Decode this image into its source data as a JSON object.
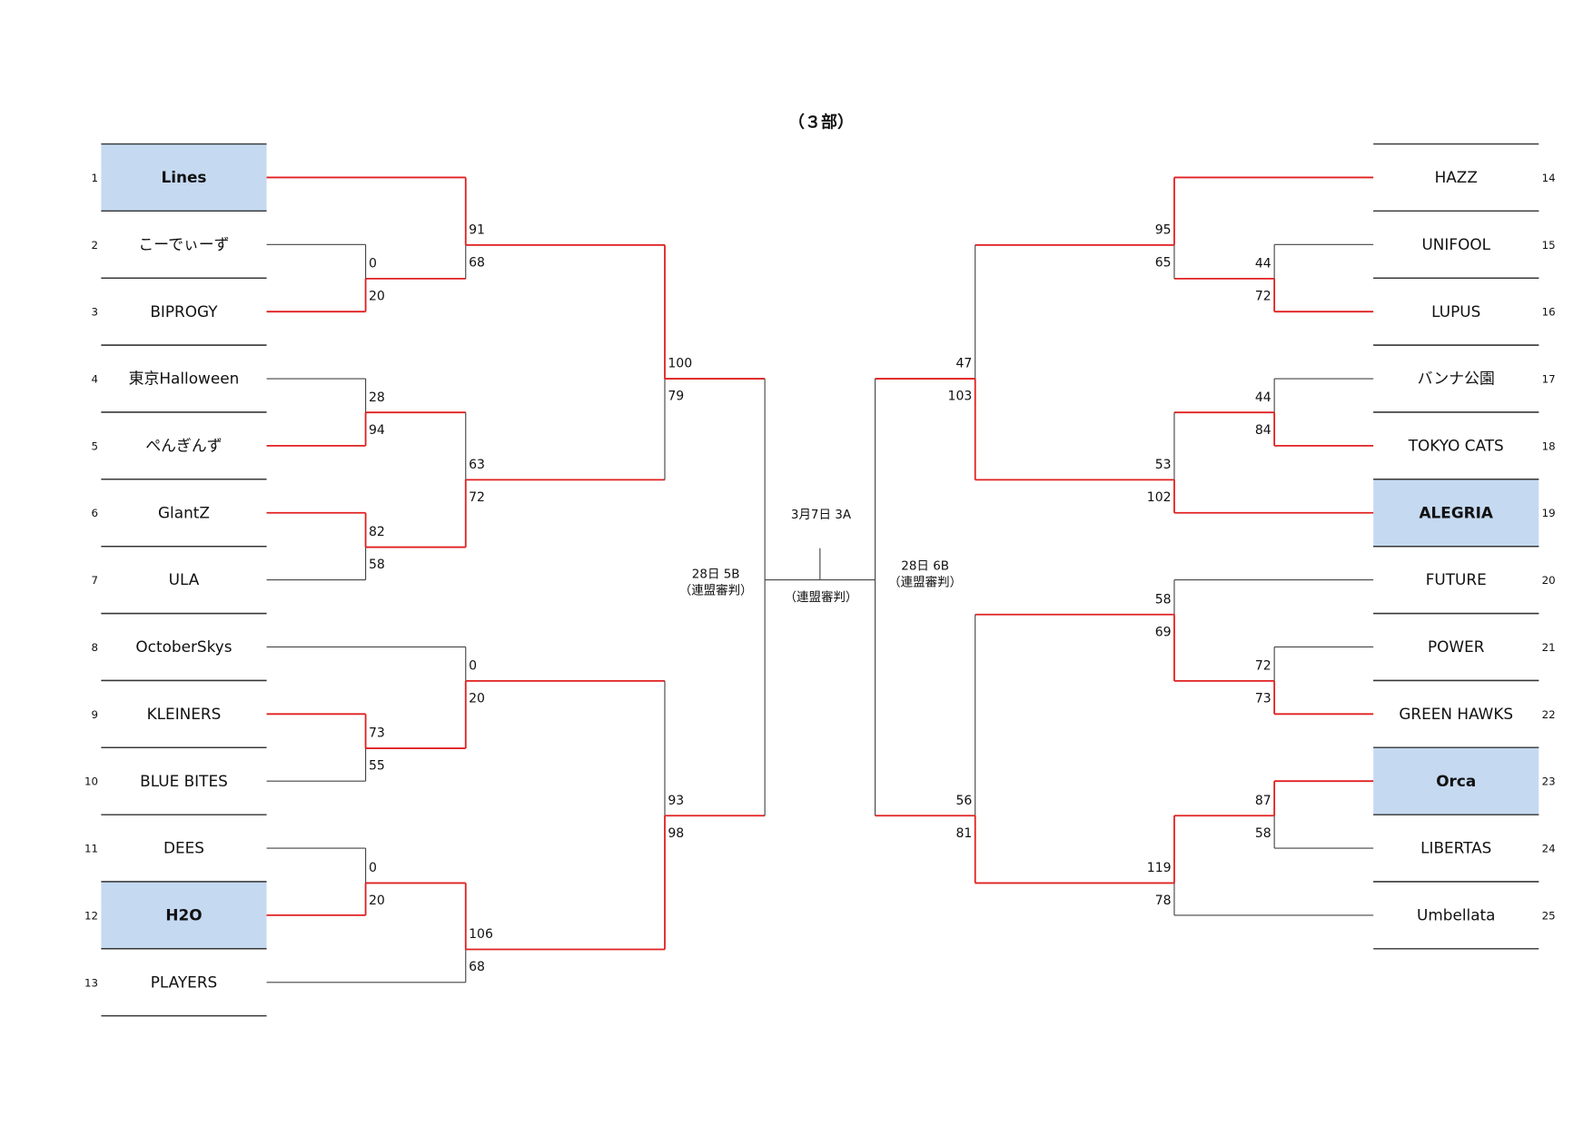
{
  "title": "（３部）",
  "colors": {
    "winner_line": "#e02020",
    "line": "#444444",
    "seed_fill": "#c5d9f1"
  },
  "teams": [
    {
      "no": "1",
      "name": "Lines",
      "seeded": true
    },
    {
      "no": "2",
      "name": "こーでぃーず",
      "seeded": false
    },
    {
      "no": "3",
      "name": "BIPROGY",
      "seeded": false
    },
    {
      "no": "4",
      "name": "東京Halloween",
      "seeded": false
    },
    {
      "no": "5",
      "name": "ぺんぎんず",
      "seeded": false
    },
    {
      "no": "6",
      "name": "GlantZ",
      "seeded": false
    },
    {
      "no": "7",
      "name": "ULA",
      "seeded": false
    },
    {
      "no": "8",
      "name": "OctoberSkys",
      "seeded": false
    },
    {
      "no": "9",
      "name": "KLEINERS",
      "seeded": false
    },
    {
      "no": "10",
      "name": "BLUE BITES",
      "seeded": false
    },
    {
      "no": "11",
      "name": "DEES",
      "seeded": false
    },
    {
      "no": "12",
      "name": "H2O",
      "seeded": true
    },
    {
      "no": "13",
      "name": "PLAYERS",
      "seeded": false
    },
    {
      "no": "14",
      "name": "HAZZ",
      "seeded": false
    },
    {
      "no": "15",
      "name": "UNIFOOL",
      "seeded": false
    },
    {
      "no": "16",
      "name": "LUPUS",
      "seeded": false
    },
    {
      "no": "17",
      "name": "バンナ公園",
      "seeded": false
    },
    {
      "no": "18",
      "name": "TOKYO CATS",
      "seeded": false
    },
    {
      "no": "19",
      "name": "ALEGRIA",
      "seeded": true
    },
    {
      "no": "20",
      "name": "FUTURE",
      "seeded": false
    },
    {
      "no": "21",
      "name": "POWER",
      "seeded": false
    },
    {
      "no": "22",
      "name": "GREEN HAWKS",
      "seeded": false
    },
    {
      "no": "23",
      "name": "Orca",
      "seeded": true
    },
    {
      "no": "24",
      "name": "LIBERTAS",
      "seeded": false
    },
    {
      "no": "25",
      "name": "Umbellata",
      "seeded": false
    }
  ],
  "matches": {
    "m1": {
      "scores": [
        "0",
        "20"
      ],
      "winner": 1
    },
    "m2": {
      "scores": [
        "91",
        "68"
      ],
      "winner": 0
    },
    "m3": {
      "scores": [
        "28",
        "94"
      ],
      "winner": 1
    },
    "m4": {
      "scores": [
        "82",
        "58"
      ],
      "winner": 0
    },
    "m5": {
      "scores": [
        "63",
        "72"
      ],
      "winner": 1
    },
    "m6": {
      "scores": [
        "100",
        "79"
      ],
      "winner": 0
    },
    "m7": {
      "scores": [
        "73",
        "55"
      ],
      "winner": 0
    },
    "m8": {
      "scores": [
        "0",
        "20"
      ],
      "winner": 1
    },
    "m9": {
      "scores": [
        "0",
        "20"
      ],
      "winner": 1
    },
    "m10": {
      "scores": [
        "106",
        "68"
      ],
      "winner": 0
    },
    "m11": {
      "scores": [
        "93",
        "98"
      ],
      "winner": 1
    },
    "r1": {
      "scores": [
        "44",
        "72"
      ],
      "winner": 1
    },
    "r2": {
      "scores": [
        "95",
        "65"
      ],
      "winner": 0
    },
    "r3": {
      "scores": [
        "44",
        "84"
      ],
      "winner": 1
    },
    "r4": {
      "scores": [
        "53",
        "102"
      ],
      "winner": 1
    },
    "r5": {
      "scores": [
        "47",
        "103"
      ],
      "winner": 1
    },
    "r6": {
      "scores": [
        "72",
        "73"
      ],
      "winner": 1
    },
    "r7": {
      "scores": [
        "58",
        "69"
      ],
      "winner": 1
    },
    "r8": {
      "scores": [
        "87",
        "58"
      ],
      "winner": 0
    },
    "r9": {
      "scores": [
        "119",
        "78"
      ],
      "winner": 0
    },
    "r10": {
      "scores": [
        "56",
        "81"
      ],
      "winner": 1
    }
  },
  "center": {
    "final_date": "3月7日 3A",
    "final_referee": "（連盟審判）",
    "semi_left_date": "28日 5B",
    "semi_left_referee": "（連盟審判）",
    "semi_right_date": "28日 6B",
    "semi_right_referee": "（連盟審判）"
  }
}
